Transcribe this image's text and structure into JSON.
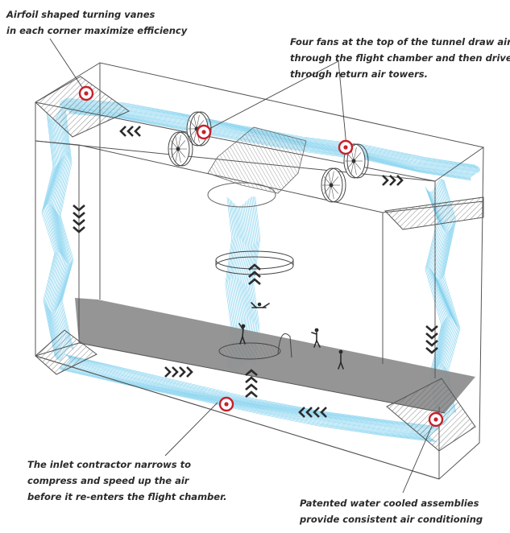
{
  "callouts": {
    "vanes": {
      "line1": "Airfoil shaped turning vanes",
      "line2": "in each corner maximize efficiency"
    },
    "fans": {
      "line1": "Four fans at the top of the tunnel draw air",
      "line2": "through the flight chamber and then drive it",
      "line3": "through return air towers."
    },
    "inlet": {
      "line1": "The inlet contractor narrows to",
      "line2": "compress and speed up the air",
      "line3": "before it re-enters the flight chamber."
    },
    "cooling": {
      "line1": "Patented  water cooled  assemblies",
      "line2": "provide consistent air conditioning"
    }
  },
  "colors": {
    "airflow": "#5bc3ea",
    "frame": "#555555",
    "floor": "#8a8a8a",
    "marker": "#c8202a",
    "chevron": "#2b2b2b",
    "text": "#2a2a2a"
  }
}
